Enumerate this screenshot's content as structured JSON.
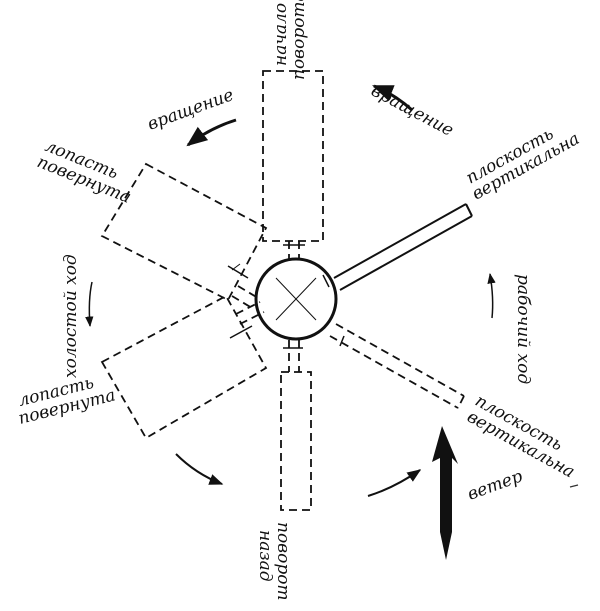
{
  "labels": {
    "rotation_left": "вращение",
    "rotation_right": "вращение",
    "rotation_start_1": "начало",
    "rotation_start_2": "поворота",
    "blade_turned_top_1": "лопасть",
    "blade_turned_top_2": "повернута",
    "blade_turned_bottom_1": "лопасть",
    "blade_turned_bottom_2": "повернута",
    "plane_vertical_top_1": "плоскость",
    "plane_vertical_top_2": "вертикальна",
    "plane_vertical_bottom_1": "плоскость",
    "plane_vertical_bottom_2": "вертикальна",
    "idle_stroke": "холостой ход",
    "working_stroke": "рабочий ход",
    "turn_back_1": "поворот",
    "turn_back_2": "назад",
    "wind": "ветер"
  }
}
